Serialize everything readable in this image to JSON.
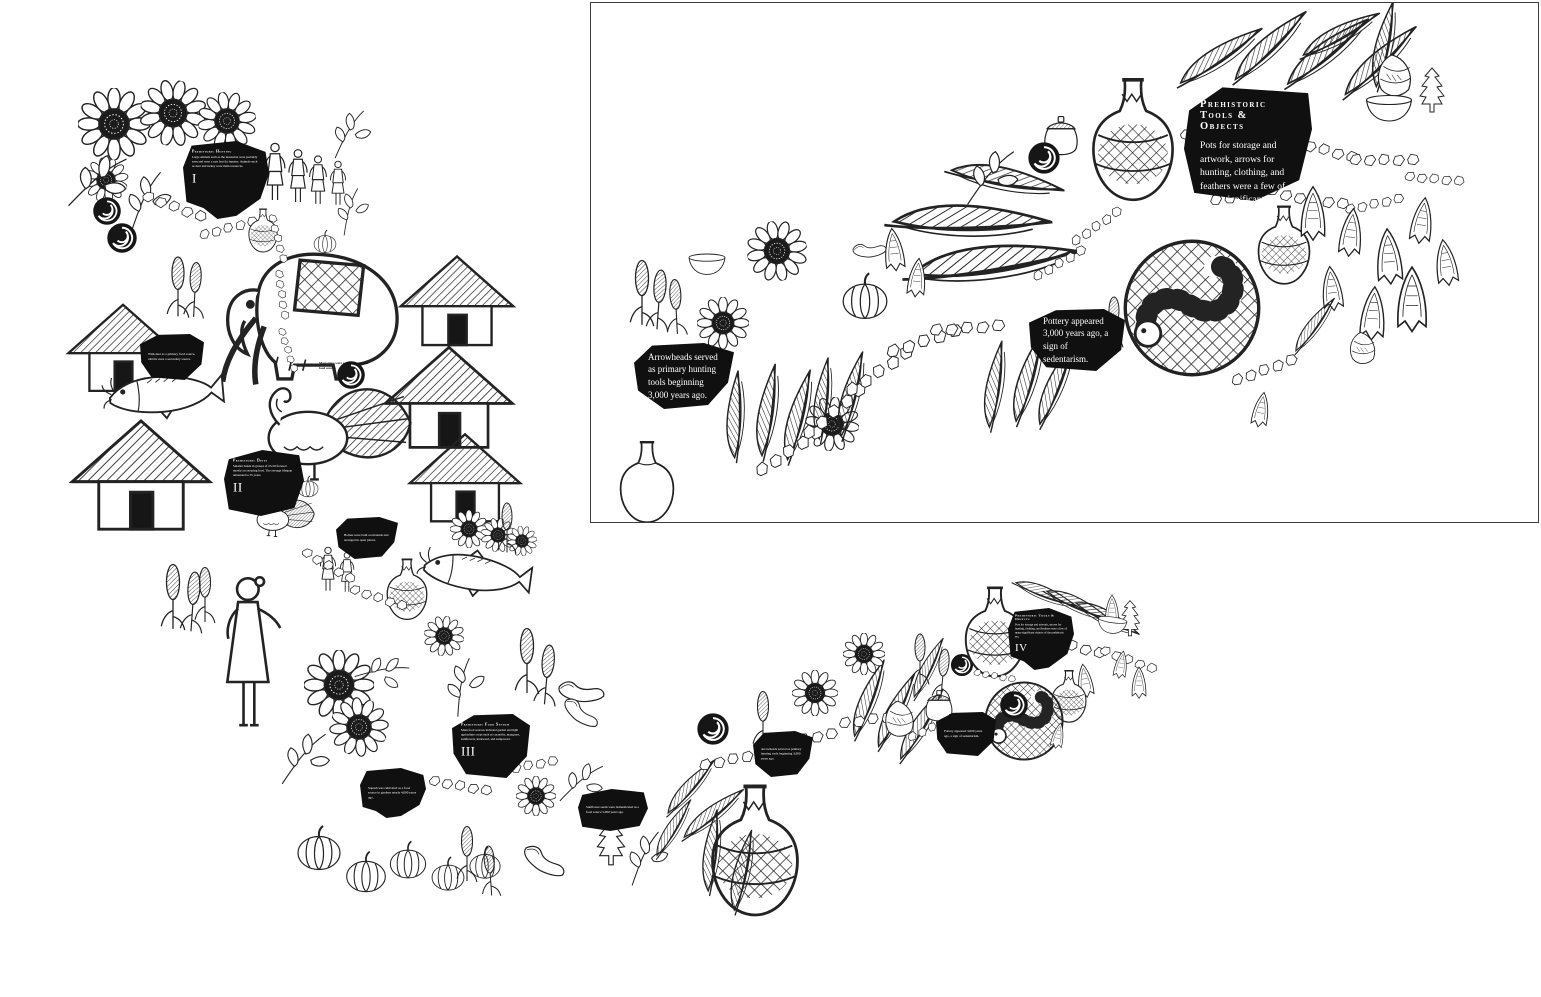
{
  "artwork": {
    "background": "#ffffff",
    "ink": "#232323",
    "blob_color": "#101010",
    "blob_text_color": "#ffffff",
    "subject": "prehistoric era illustrated infographic"
  },
  "sections": [
    {
      "numeral": "I",
      "title": "Prehistoric Hunting",
      "body": "Large animals such as the mastodon were probably seen and were a rare feat for hunters. Animals such as deer and turkey were main resources."
    },
    {
      "numeral": "II",
      "title": "Prehistoric Diets",
      "body": "Smaller bands in groups of 25-50 focused mostly on securing food. The average lifespan amounted to 35 years."
    },
    {
      "numeral": "III",
      "title": "Prehistoric Food System",
      "body": "Main food sources included garden and light agriculture crops such as cucurbits, maygrass, sunflowers, knotweed, and sumpweed."
    },
    {
      "numeral": "IV",
      "title": "Prehistoric Tools & Objects",
      "body": "Pots for storage and artwork, arrows for hunting, clothing, and feathers were a few of many significant objects of the prehistoric era."
    }
  ],
  "callouts": {
    "deer": "With deer as a primary food source, rabbits were a secondary source.",
    "mastodon": "Mastodons were a rare, mysterious food source.",
    "homes": "Homes were built on mounds and arranged in open places.",
    "squash": "Squash was cultivated as a food source in gardens nearly 4,000 years ago.",
    "sunflower": "Sunflower seeds were domesticated as a food source 5,000 years ago.",
    "arrowheads": "Arrowheads served as primary hunting tools beginning 3,000 years ago.",
    "pottery": "Pottery appeared 3,000 years ago, a sign of sedentarism."
  }
}
